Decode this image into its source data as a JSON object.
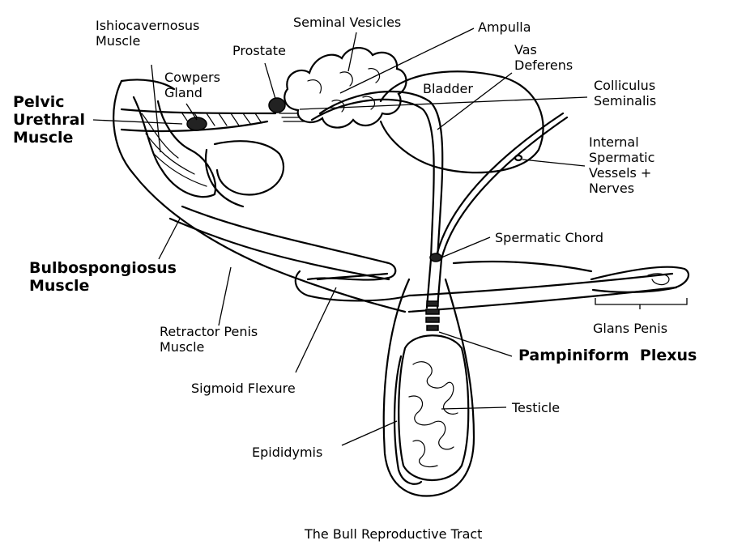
{
  "labels": {
    "ischiocavernosus": "Ishiocavernosus\nMuscle",
    "seminal_vesicles": "Seminal Vesicles",
    "ampulla": "Ampulla",
    "prostate": "Prostate",
    "vas_deferens": "Vas\nDeferens",
    "cowpers_gland": "Cowpers\nGland",
    "bladder": "Bladder",
    "colliculus_seminalis": "Colliculus\nSeminalis",
    "pelvic_urethral_muscle": "Pelvic\nUrethral\nMuscle",
    "internal_spermatic": "Internal\nSpermatic\nVessels +\nNerves",
    "spermatic_chord": "Spermatic Chord",
    "bulbospongiosus": "Bulbospongiosus\nMuscle",
    "glans_penis": "Glans Penis",
    "retractor_penis": "Retractor Penis\nMuscle",
    "pampiniform_plexus": "Pampiniform  Plexus",
    "sigmoid_flexure": "Sigmoid Flexure",
    "testicle": "Testicle",
    "epididymis": "Epididymis"
  },
  "caption": "The Bull Reproductive Tract"
}
